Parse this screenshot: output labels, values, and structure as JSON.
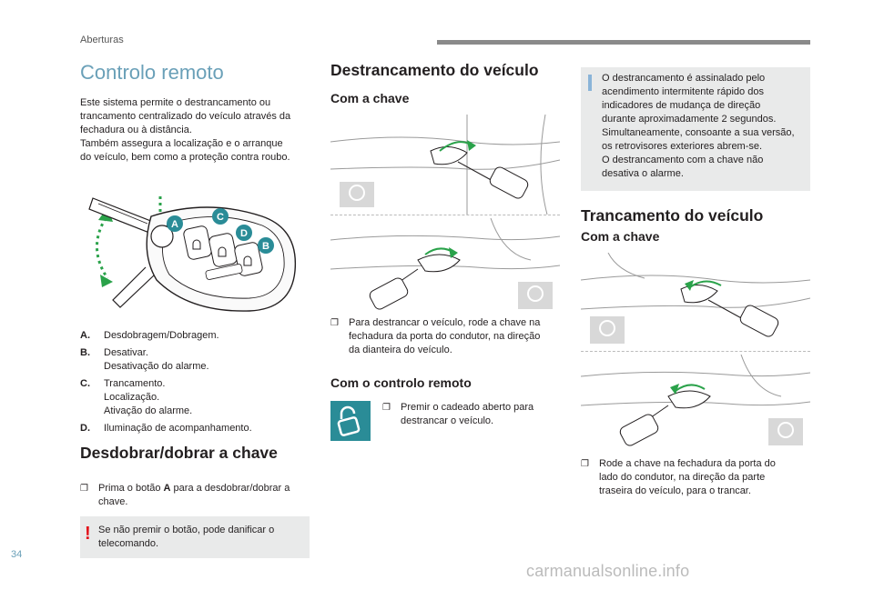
{
  "header": {
    "section": "Aberturas"
  },
  "page_number": "34",
  "watermark": "carmanualsonline.info",
  "left": {
    "title": "Controlo remoto",
    "intro_1": "Este sistema permite o destrancamento ou",
    "intro_2": "trancamento centralizado do veículo através da",
    "intro_3": "fechadura ou à distância.",
    "intro_4": "Também assegura a localização e o arranque",
    "intro_5": "do veículo, bem como a proteção contra roubo.",
    "key_labels": {
      "a": "A",
      "b": "B",
      "c": "C",
      "d": "D"
    },
    "legend": [
      {
        "key": "A.",
        "lines": [
          "Desdobragem/Dobragem."
        ]
      },
      {
        "key": "B.",
        "lines": [
          "Desativar.",
          "Desativação do alarme."
        ]
      },
      {
        "key": "C.",
        "lines": [
          "Trancamento.",
          "Localização.",
          "Ativação do alarme."
        ]
      },
      {
        "key": "D.",
        "lines": [
          "Iluminação de acompanhamento."
        ]
      }
    ],
    "fold_title": "Desdobrar/dobrar a chave",
    "fold_bullet_prefix": "Prima o botão ",
    "fold_bullet_bold": "A",
    "fold_bullet_suffix": " para a desdobrar/dobrar a",
    "fold_bullet_line2": "chave.",
    "warning_symbol": "!",
    "warning_1": "Se não premir o botão, pode danificar o",
    "warning_2": "telecomando."
  },
  "middle": {
    "title": "Destrancamento do veículo",
    "with_key": "Com a chave",
    "bullet_1": "Para destrancar o veículo, rode a chave na",
    "bullet_2": "fechadura da porta do condutor, na direção",
    "bullet_3": "da dianteira do veículo.",
    "remote_title": "Com o controlo remoto",
    "remote_1": "Premir o cadeado aberto para",
    "remote_2": "destrancar o veículo."
  },
  "right": {
    "info_lines": [
      "O destrancamento é assinalado pelo",
      "acendimento intermitente rápido dos",
      "indicadores de mudança de direção",
      "durante aproximadamente 2 segundos.",
      "Simultaneamente, consoante a sua versão,",
      "os retrovisores exteriores abrem-se.",
      "O destrancamento com a chave não",
      "desativa o alarme."
    ],
    "title": "Trancamento do veículo",
    "with_key": "Com a chave",
    "bullet_1": "Rode a chave na fechadura da porta do",
    "bullet_2": "lado do condutor, na direção da parte",
    "bullet_3": "traseira do veículo, para o trancar."
  },
  "bullet_symbol": "❐",
  "colors": {
    "accent": "#6aa0b8",
    "teal_button": "#2a8c97",
    "warning": "#e3131b",
    "info_bar": "#8ab4d8",
    "note_bg": "#e9eaea"
  }
}
